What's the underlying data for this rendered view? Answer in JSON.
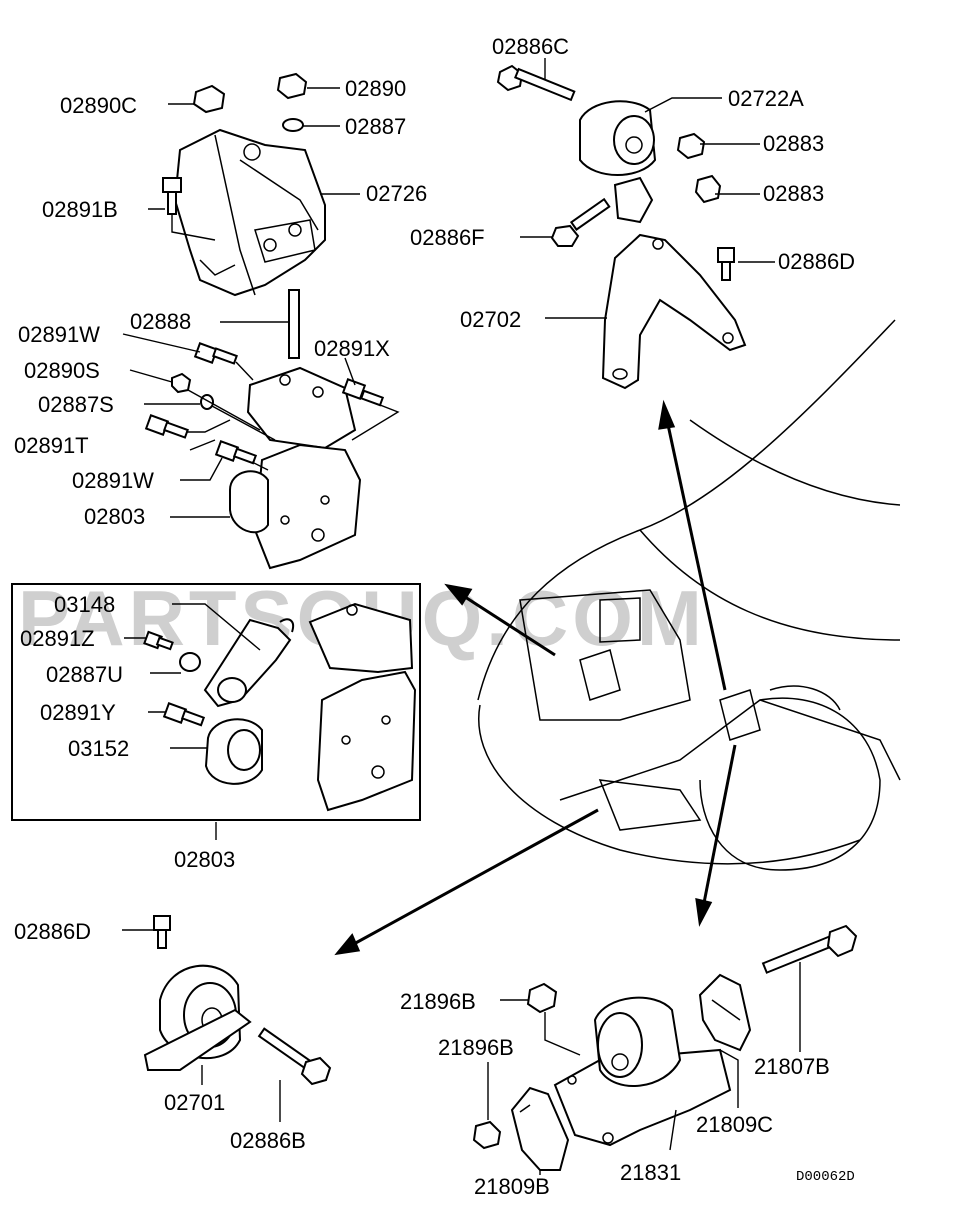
{
  "watermark": "PARTSOUQ.COM",
  "diagram_code": "D00062D",
  "callouts": {
    "c02886C": "02886C",
    "c02722A": "02722A",
    "c02883a": "02883",
    "c02883b": "02883",
    "c02886F": "02886F",
    "c02886D_top": "02886D",
    "c02702": "02702",
    "c02890C": "02890C",
    "c02890": "02890",
    "c02887": "02887",
    "c02726": "02726",
    "c02891B": "02891B",
    "c02888": "02888",
    "c02891W_a": "02891W",
    "c02891X": "02891X",
    "c02890S": "02890S",
    "c02887S": "02887S",
    "c02891T": "02891T",
    "c02891W_b": "02891W",
    "c02803_a": "02803",
    "c03148": "03148",
    "c02891Z": "02891Z",
    "c02887U": "02887U",
    "c02891Y": "02891Y",
    "c03152": "03152",
    "c02803_b": "02803",
    "c02886D_bot": "02886D",
    "c02701": "02701",
    "c02886B": "02886B",
    "c21896B_a": "21896B",
    "c21896B_b": "21896B",
    "c21807B": "21807B",
    "c21809C": "21809C",
    "c21831": "21831",
    "c21809B": "21809B"
  }
}
